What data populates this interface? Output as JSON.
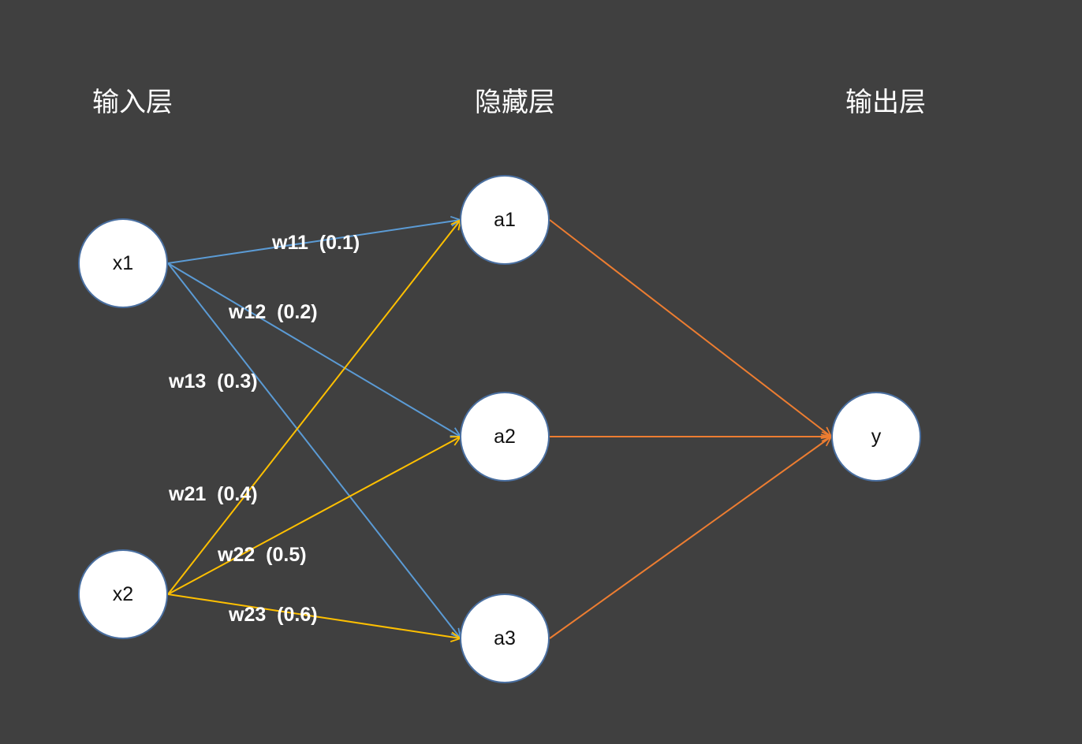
{
  "layers": {
    "input": "输入层",
    "hidden": "隐藏层",
    "output": "输出层"
  },
  "nodes": {
    "x1": "x1",
    "x2": "x2",
    "a1": "a1",
    "a2": "a2",
    "a3": "a3",
    "y": "y"
  },
  "weights": {
    "w11": "w11  (0.1)",
    "w12": "w12  (0.2)",
    "w13": "w13  (0.3)",
    "w21": "w21  (0.4)",
    "w22": "w22  (0.5)",
    "w23": "w23  (0.6)"
  },
  "colors": {
    "background": "#404040",
    "node_fill": "#ffffff",
    "node_stroke": "#4a6fa0",
    "edge_x1": "#5b9bd5",
    "edge_x2": "#ffc000",
    "edge_hidden_out": "#ed7d31"
  }
}
